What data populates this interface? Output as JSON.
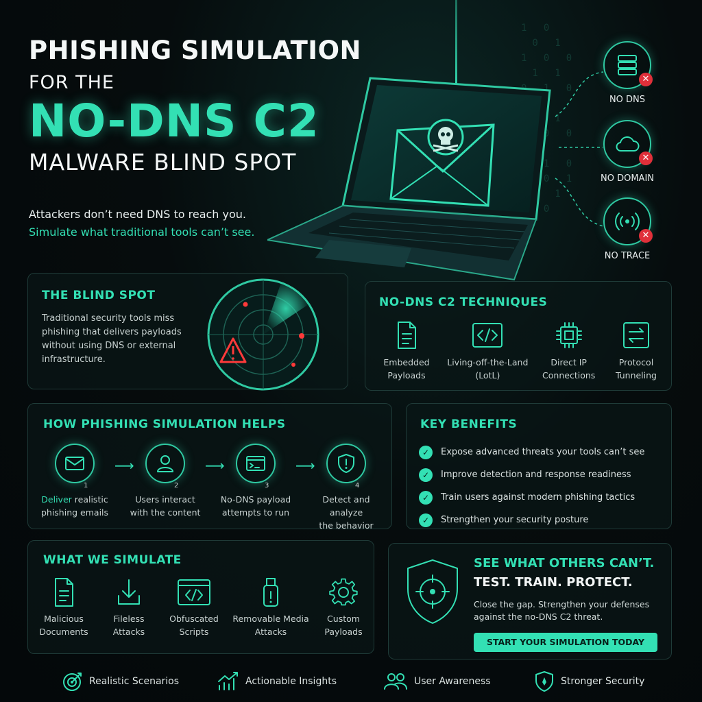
{
  "title": {
    "line1": "PHISHING SIMULATION",
    "line2": "FOR THE",
    "line3": "NO-DNS C2",
    "line4": "MALWARE BLIND SPOT"
  },
  "subtitle": {
    "line1": "Attackers don’t need DNS to reach you.",
    "line2": "Simulate what traditional tools can’t see."
  },
  "side_status": [
    {
      "label": "NO DNS",
      "icon": "server-icon"
    },
    {
      "label": "NO DOMAIN",
      "icon": "cloud-icon"
    },
    {
      "label": "NO TRACE",
      "icon": "signal-icon"
    }
  ],
  "blind_spot": {
    "title": "THE BLIND SPOT",
    "text": "Traditional security tools miss phishing that delivers payloads without using DNS or external infrastructure."
  },
  "techniques": {
    "title": "NO-DNS C2 TECHNIQUES",
    "items": [
      {
        "line1": "Embedded",
        "line2": "Payloads",
        "icon": "document-icon"
      },
      {
        "line1": "Living-off-the-Land",
        "line2": "(LotL)",
        "icon": "code-icon"
      },
      {
        "line1": "Direct IP",
        "line2": "Connections",
        "icon": "chip-icon"
      },
      {
        "line1": "Protocol",
        "line2": "Tunneling",
        "icon": "swap-arrows-icon"
      }
    ]
  },
  "helps": {
    "title": "HOW PHISHING SIMULATION HELPS",
    "steps": [
      {
        "num": "1",
        "accent": "Deliver",
        "line1": " realistic",
        "line2": "phishing emails",
        "icon": "envelope-icon"
      },
      {
        "num": "2",
        "accent": "",
        "line1": "Users interact",
        "line2": "with the content",
        "icon": "user-icon"
      },
      {
        "num": "3",
        "accent": "",
        "line1": "No-DNS payload",
        "line2": "attempts to run",
        "icon": "terminal-icon"
      },
      {
        "num": "4",
        "accent": "",
        "line1": "Detect and analyze",
        "line2": "the behavior",
        "icon": "shield-alert-icon"
      }
    ]
  },
  "benefits": {
    "title": "KEY BENEFITS",
    "items": [
      "Expose advanced threats your tools can’t see",
      "Improve detection and response readiness",
      "Train users against modern phishing tactics",
      "Strengthen your security posture"
    ]
  },
  "simulate": {
    "title": "WHAT WE SIMULATE",
    "items": [
      {
        "line1": "Malicious",
        "line2": "Documents",
        "icon": "document-icon"
      },
      {
        "line1": "Fileless",
        "line2": "Attacks",
        "icon": "download-icon"
      },
      {
        "line1": "Obfuscated",
        "line2": "Scripts",
        "icon": "code-window-icon"
      },
      {
        "line1": "Removable Media",
        "line2": "Attacks",
        "icon": "usb-icon"
      },
      {
        "line1": "Custom",
        "line2": "Payloads",
        "icon": "gear-icon"
      }
    ]
  },
  "cta": {
    "headline1": "SEE WHAT OTHERS CAN’T.",
    "headline2": "TEST. TRAIN. PROTECT.",
    "text1": "Close the gap. Strengthen your defenses",
    "text2": "against the no-DNS C2 threat.",
    "button": "START YOUR SIMULATION TODAY"
  },
  "footer": [
    {
      "label": "Realistic Scenarios",
      "icon": "target-icon"
    },
    {
      "label": "Actionable Insights",
      "icon": "chart-icon"
    },
    {
      "label": "User Awareness",
      "icon": "users-icon"
    },
    {
      "label": "Stronger Security",
      "icon": "shield-icon"
    }
  ],
  "colors": {
    "accent": "#33e0b4",
    "alert": "#e0303a",
    "background": "#05090a"
  }
}
